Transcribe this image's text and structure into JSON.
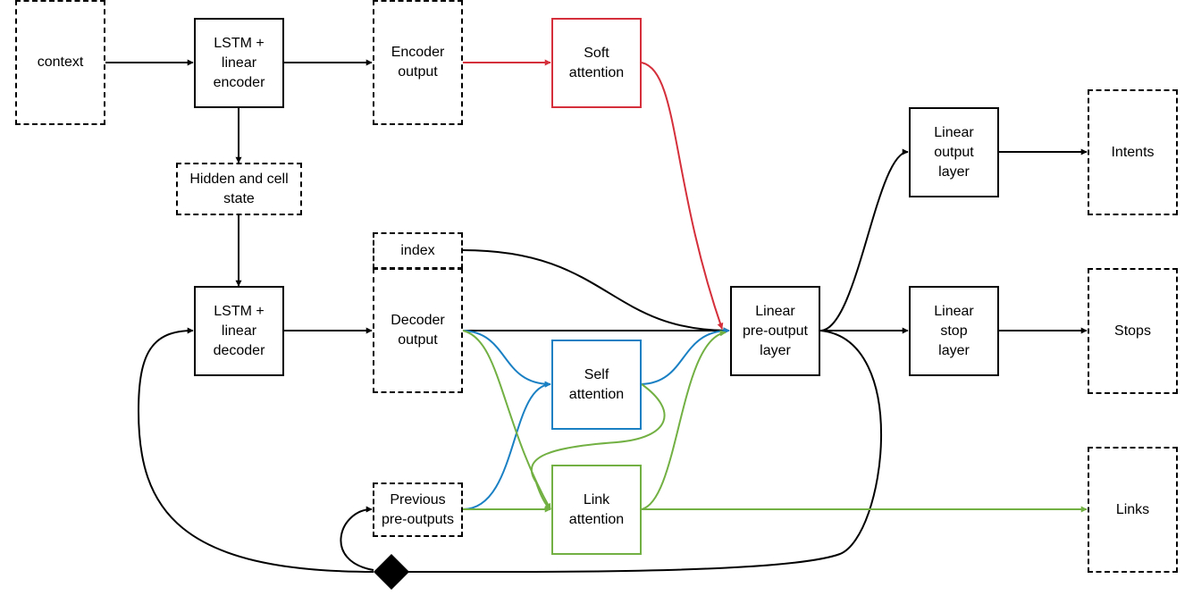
{
  "nodes": {
    "context": "context",
    "lstm_encoder": "LSTM +\nlinear\nencoder",
    "encoder_output": "Encoder\noutput",
    "soft_attention": "Soft\nattention",
    "hidden_cell_state": "Hidden and cell\nstate",
    "index": "index",
    "lstm_decoder": "LSTM +\nlinear\ndecoder",
    "decoder_output": "Decoder\noutput",
    "self_attention": "Self\nattention",
    "previous_preoutputs": "Previous\npre-outputs",
    "link_attention": "Link\nattention",
    "linear_preoutput": "Linear\npre-output\nlayer",
    "linear_output": "Linear\noutput\nlayer",
    "linear_stop": "Linear\nstop\nlayer",
    "intents": "Intents",
    "stops": "Stops",
    "links": "Links"
  },
  "colors": {
    "soft_attention": "#d42f3a",
    "self_attention": "#1a80c4",
    "link_attention": "#72b043",
    "default": "#000000"
  }
}
